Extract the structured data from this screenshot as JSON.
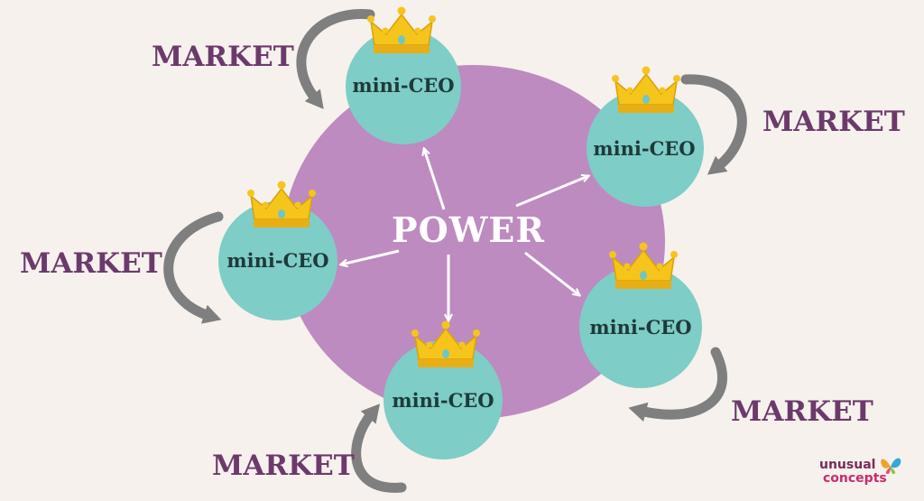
{
  "center": {
    "label": "POWER"
  },
  "nodes": [
    {
      "label": "mini-CEO",
      "icon": "crown-icon"
    },
    {
      "label": "mini-CEO",
      "icon": "crown-icon"
    },
    {
      "label": "mini-CEO",
      "icon": "crown-icon"
    },
    {
      "label": "mini-CEO",
      "icon": "crown-icon"
    },
    {
      "label": "mini-CEO",
      "icon": "crown-icon"
    }
  ],
  "markets": [
    {
      "label": "MARKET"
    },
    {
      "label": "MARKET"
    },
    {
      "label": "MARKET"
    },
    {
      "label": "MARKET"
    },
    {
      "label": "MARKET"
    }
  ],
  "logo": {
    "line1": "unusual",
    "line2": "concepts"
  },
  "colors": {
    "background": "#f6f1ec",
    "hub": "#bd8bbf",
    "node": "#7ecdc7",
    "crown": "#f5c51c",
    "market_text": "#6b3a6b",
    "arrow": "#7f7f7f"
  }
}
